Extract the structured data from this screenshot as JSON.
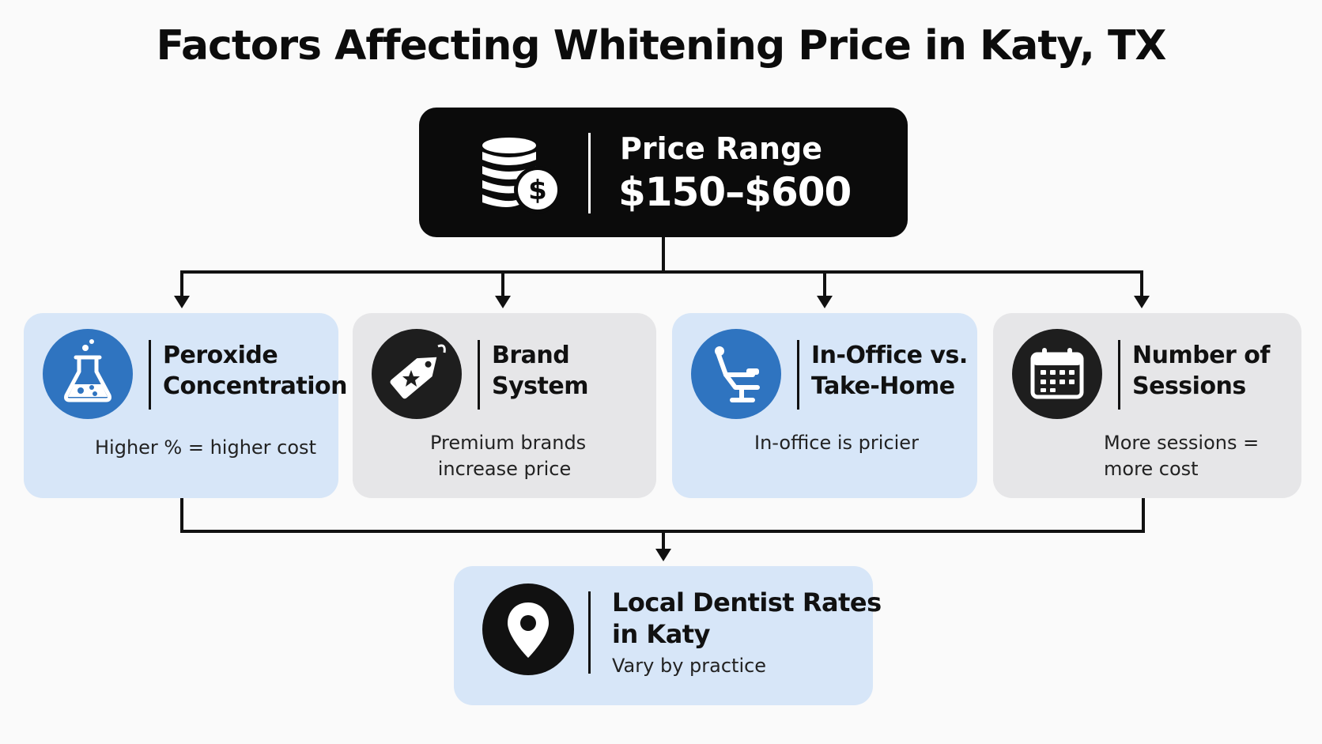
{
  "title": "Factors Affecting Whitening Price in Katy, TX",
  "price": {
    "label": "Price Range",
    "value": "$150–$600",
    "icon": "coins-dollar-icon"
  },
  "factors": [
    {
      "heading_lines": [
        "Peroxide",
        "Concentration"
      ],
      "description_lines": [
        "Higher % = higher cost"
      ],
      "icon": "flask-icon",
      "style": "blue"
    },
    {
      "heading_lines": [
        "Brand",
        "System"
      ],
      "description_lines": [
        "Premium brands",
        "increase price"
      ],
      "icon": "price-tag-icon",
      "style": "gray"
    },
    {
      "heading_lines": [
        "In-Office vs.",
        "Take-Home"
      ],
      "description_lines": [
        "In-office is pricier"
      ],
      "icon": "dental-chair-icon",
      "style": "blue"
    },
    {
      "heading_lines": [
        "Number of",
        "Sessions"
      ],
      "description_lines": [
        "More sessions =",
        "more cost"
      ],
      "icon": "calendar-icon",
      "style": "gray"
    }
  ],
  "local": {
    "heading_lines": [
      "Local Dentist Rates",
      "in Katy"
    ],
    "description": "Vary by practice",
    "icon": "location-pin-icon"
  },
  "colors": {
    "dark_box": "#0b0b0b",
    "blue_card": "#d7e6f8",
    "gray_card": "#e6e6e8",
    "blue_badge": "#2f74c0",
    "dark_badge": "#1e1e1e"
  }
}
